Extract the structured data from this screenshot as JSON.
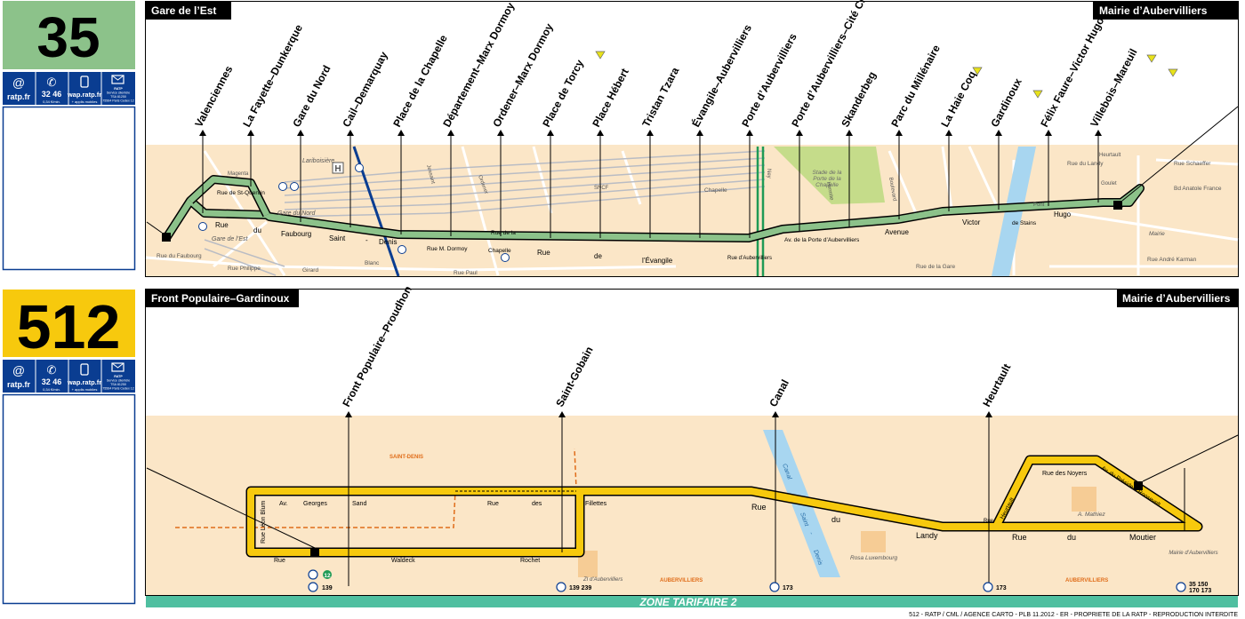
{
  "line_35": {
    "number": "35",
    "color": "#8cc28a",
    "origin": "Gare de l’Est",
    "terminus": "Mairie d’Aubervilliers",
    "stops": [
      "Valenciennes",
      "La Fayette–Dunkerque",
      "Gare du Nord",
      "Cail–Demarquay",
      "Place de la Chapelle",
      "Département–Marx Dormoy",
      "Ordener–Marx Dormoy",
      "Place de Torcy",
      "Place Hébert",
      "Tristan Tzara",
      "Évangile–Aubervilliers",
      "Porte d’Aubervilliers",
      "Porte d’Aubervilliers–Cité Ch. Hermite",
      "Skanderbeg",
      "Parc du Millénaire",
      "La Haie Coq",
      "Gardinoux",
      "Félix Faure–Victor Hugo",
      "Villebois–Mareuil"
    ],
    "streets": [
      "Rue de St-Quentin",
      "Rue",
      "du",
      "Faubourg",
      "Saint",
      "-",
      "Denis",
      "Rue M. Dormoy",
      "Rue de la",
      "Chapelle",
      "Rue",
      "de",
      "l’Évangile",
      "Rue d’Aubervilliers",
      "Av. de la Porte d’Aubervilliers",
      "Avenue",
      "Victor",
      "de Stains",
      "Hugo",
      "Magenta",
      "Rue du Faubourg",
      "Gare de l’Est",
      "Gare du Nord",
      "Lariboisière",
      "Stade de la Porte de la Chapelle",
      "Boulevard",
      "Hermite",
      "Ney",
      "Pont",
      "Canal Saint-Denis",
      "Mairie",
      "Rue Schaeffer",
      "Bd Anatole France",
      "Rue du Landy",
      "Heurtault",
      "Rue de la Gare",
      "Rue André Karman",
      "Goulet",
      "Chapelle",
      "SNCF",
      "Rue Philippe",
      "Girard",
      "Blanc",
      "Rue Paul",
      "Ordener",
      "Jessaint"
    ]
  },
  "line_512": {
    "number": "512",
    "color": "#f7c90d",
    "origin": "Front Populaire–Gardinoux",
    "terminus": "Mairie d’Aubervilliers",
    "stops": [
      "Front Populaire–Proudhon",
      "Saint-Gobain",
      "Canal",
      "Heurtault"
    ],
    "connections": [
      "139",
      "139 239",
      "173",
      "173",
      "35 150",
      "170 173"
    ],
    "metro_line": "12",
    "streets": [
      "Av.",
      "Georges",
      "Sand",
      "Rue",
      "des",
      "Fillettes",
      "Rue Léon Blum",
      "Rue",
      "Waldeck",
      "Rochet",
      "Rue",
      "du",
      "Landy",
      "Rue",
      "Heurtault",
      "Rue",
      "du",
      "Moutier",
      "Rue des Noyers",
      "Av. du Président Roosevelt",
      "Canal",
      "Saint",
      "-",
      "Denis",
      "SAINT-DENIS",
      "AUBERVILLIERS",
      "AUBERVILLIERS",
      "Rosa Luxembourg",
      "A. Mathiez",
      "ZI d’Aubervilliers",
      "Mairie d’Aubervilliers"
    ]
  },
  "contact": {
    "web": "ratp.fr",
    "phone": "32 46",
    "phone_price": "0,34 €/min.",
    "wap": "wap.ratp.fr",
    "wap_note": "+ applis mobiles",
    "mail_lines": [
      "RATP",
      "Service clientèle",
      "TSA 81250",
      "75564 Paris Cedex 12"
    ]
  },
  "zone": "ZONE TARIFAIRE 2",
  "footer": "512 - RATP / CML / AGENCE CARTO - PLB 11.2012 - ER - PROPRIETE DE LA RATP - REPRODUCTION INTERDITE",
  "colors": {
    "blue": "#0a3d91",
    "map_bg": "#fbe6c7",
    "zone": "#4fbfa0"
  }
}
